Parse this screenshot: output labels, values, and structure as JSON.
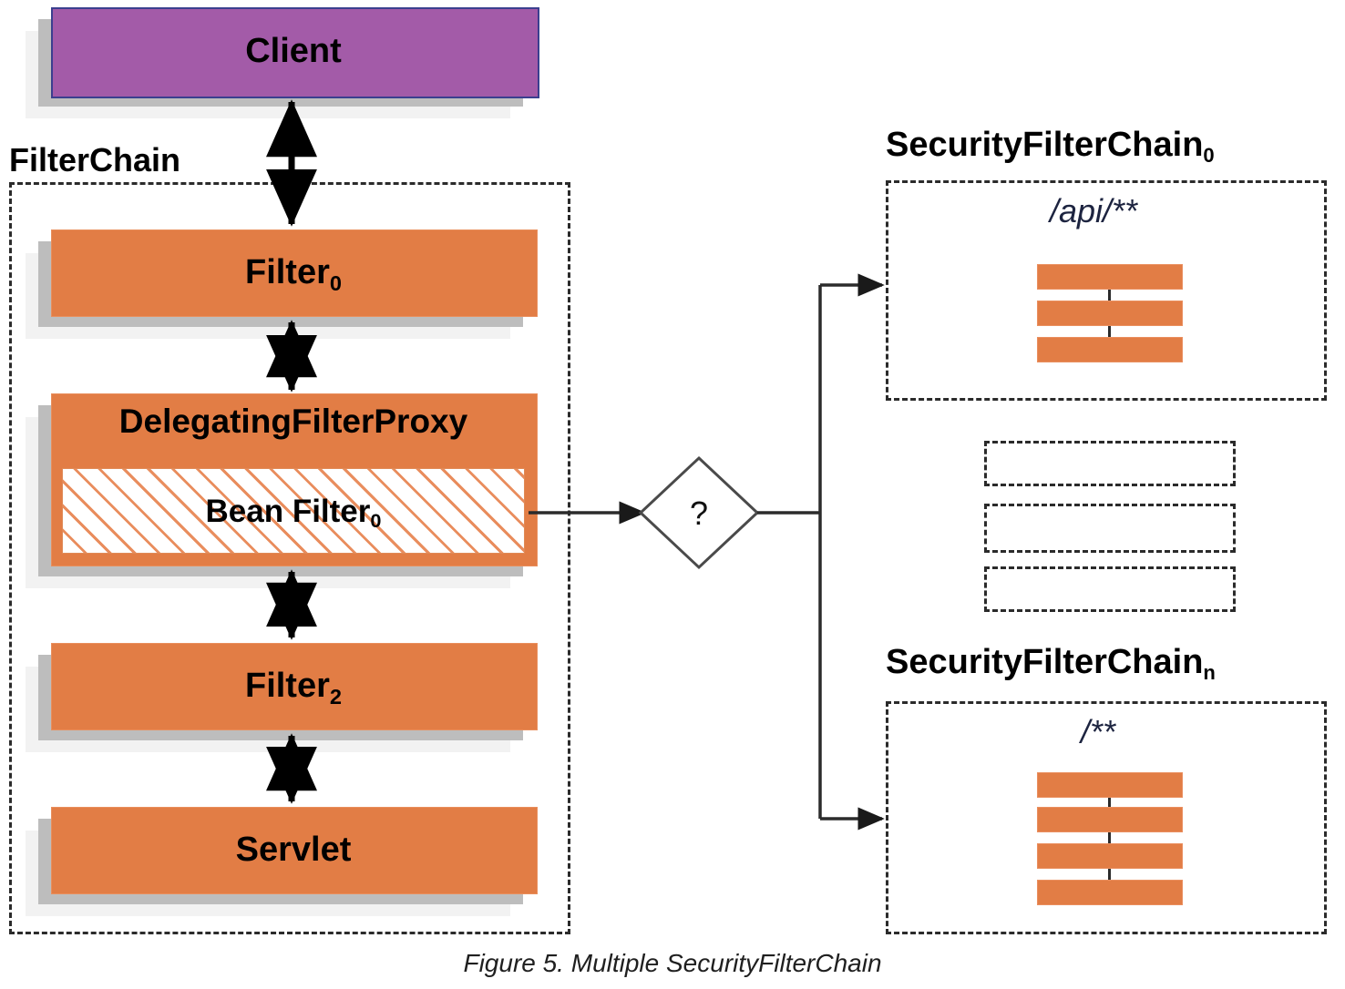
{
  "figure": {
    "caption": "Figure 5. Multiple SecurityFilterChain"
  },
  "left_column": {
    "client": {
      "label": "Client",
      "color": "#A35BA8",
      "border_color": "#3b3f8f"
    },
    "filterchain_group": {
      "label": "FilterChain"
    },
    "nodes": [
      {
        "name": "filter-0",
        "label": "Filter",
        "subscript": "0",
        "color": "#E27D45"
      },
      {
        "name": "delegating-filter-proxy",
        "label": "DelegatingFilterProxy",
        "subscript": "",
        "color": "#E27D45"
      },
      {
        "name": "bean-filter-0",
        "label": "Bean Filter",
        "subscript": "0",
        "color": "#ffffff",
        "hatched": true
      },
      {
        "name": "filter-2",
        "label": "Filter",
        "subscript": "2",
        "color": "#E27D45"
      },
      {
        "name": "servlet",
        "label": "Servlet",
        "subscript": "",
        "color": "#E27D45"
      }
    ]
  },
  "decision": {
    "label": "?",
    "shape": "diamond"
  },
  "right_column": {
    "chains": [
      {
        "name": "security-filter-chain-0",
        "label": "SecurityFilterChain",
        "subscript": "0",
        "pattern": "/api/**",
        "filter_count": 3
      },
      {
        "name": "security-filter-chain-n",
        "label": "SecurityFilterChain",
        "subscript": "n",
        "pattern": "/**",
        "filter_count": 4
      }
    ],
    "placeholders": [
      {
        "name": "chain-placeholder-1"
      },
      {
        "name": "chain-placeholder-2"
      },
      {
        "name": "chain-placeholder-3"
      }
    ]
  },
  "colors": {
    "orange": "#E27D45",
    "purple": "#A35BA8",
    "navy_border": "#3b3f8f",
    "dash_stroke": "#2b2b2b",
    "shadow_near": "#bdbdbd",
    "shadow_far": "#f2f2f2"
  }
}
